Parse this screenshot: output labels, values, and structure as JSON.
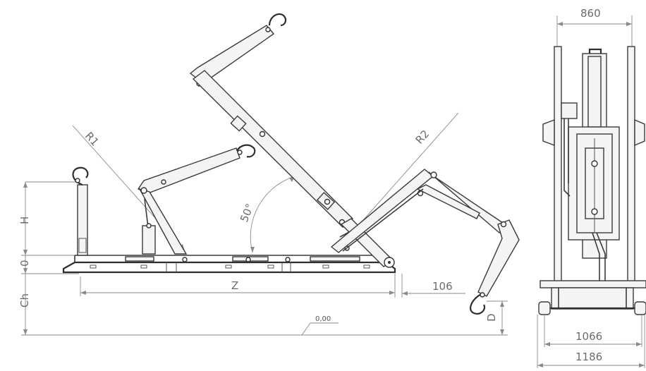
{
  "labels": {
    "r1": "R1",
    "r2": "R2",
    "angle": "50°",
    "h": "H",
    "zero": "0",
    "ch": "Ch",
    "z": "Z",
    "d": "D",
    "dim_106": "106",
    "ground_level": "0,00",
    "width_860": "860",
    "width_1066": "1066",
    "width_1186": "1186"
  }
}
